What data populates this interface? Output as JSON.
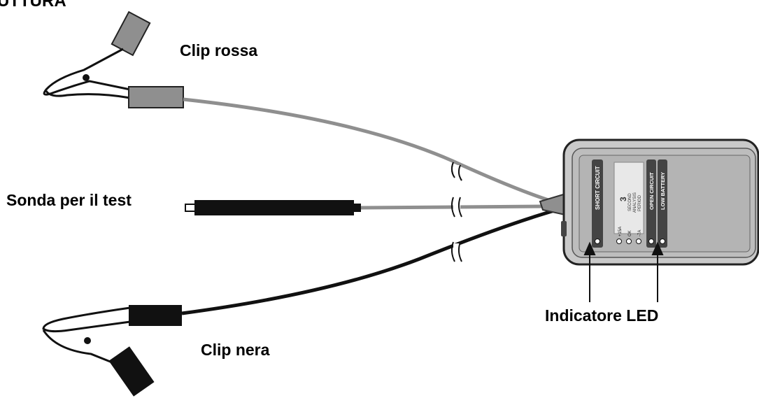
{
  "title": "UTTURA",
  "labels": {
    "clip_red": "Clip rossa",
    "test_probe": "Sonda per il test",
    "led_indicator": "Indicatore LED",
    "clip_black": "Clip nera"
  },
  "device": {
    "short_circuit": "SHORT CIRCUIT",
    "open_circuit": "OPEN CIRCUIT",
    "low_battery": "LOW BATTERY",
    "analysis_number": "3",
    "analysis_line1": "SECOND",
    "analysis_line2": "ANALYSIS",
    "analysis_line3": "PERIOD",
    "opt1": "+15A",
    "opt2": "OK",
    "opt3": "-7A"
  },
  "colors": {
    "red_lead": "#8f8f8f",
    "black_lead": "#111111",
    "device_body": "#c9c9c9",
    "device_panel": "#b4b4b4"
  }
}
